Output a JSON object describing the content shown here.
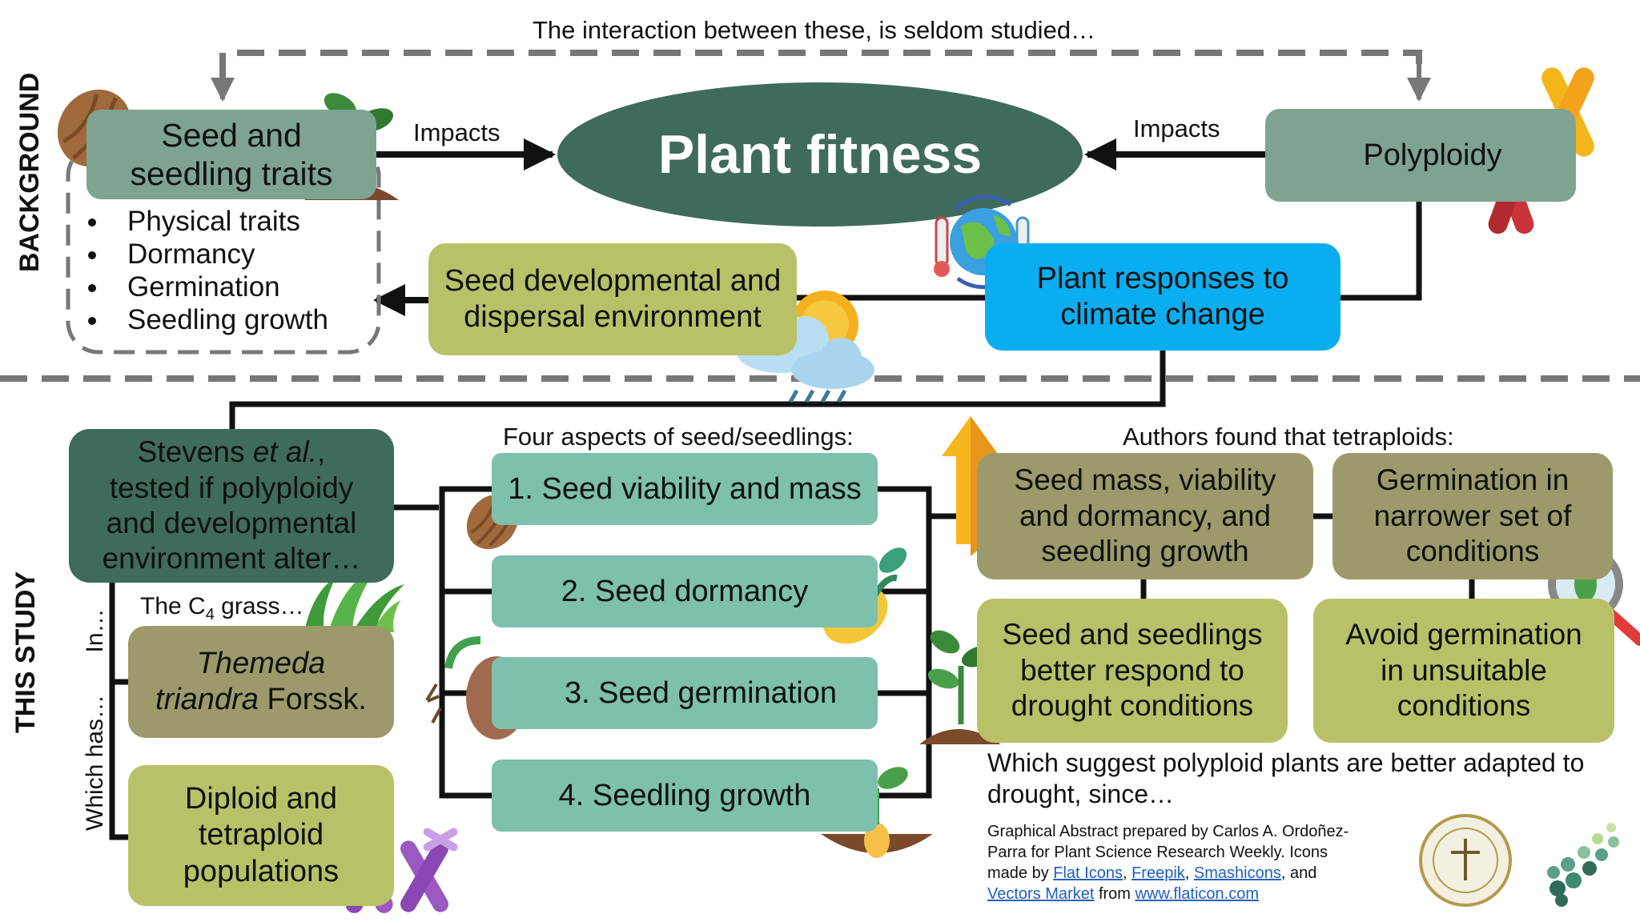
{
  "sections": {
    "background": "BACKGROUND",
    "this_study": "THIS STUDY"
  },
  "background": {
    "top_note": "The interaction between these, is seldom studied…",
    "impacts_left": "Impacts",
    "impacts_right": "Impacts",
    "center": "Plant fitness",
    "seed_traits": {
      "line1": "Seed and",
      "line2": "seedling traits",
      "items": [
        "Physical traits",
        "Dormancy",
        "Germination",
        "Seedling growth"
      ]
    },
    "polyploidy": "Polyploidy",
    "dev_env": {
      "line1": "Seed developmental and",
      "line2": "dispersal environment"
    },
    "climate": {
      "line1": "Plant responses to",
      "line2": "climate change"
    }
  },
  "study": {
    "main": {
      "line1_a": "Stevens ",
      "line1_b": "et al.",
      "line1_c": ",",
      "line2": "tested if polyploidy",
      "line3": "and developmental",
      "line4": "environment alter…"
    },
    "in_label": "In…",
    "which_has_label": "Which has…",
    "grass_label": {
      "a": "The C",
      "sub": "4",
      "b": " grass…"
    },
    "species": {
      "italic1": "Themeda",
      "italic2": "triandra",
      "author": " Forssk."
    },
    "populations": {
      "line1": "Diploid and",
      "line2": "tetraploid",
      "line3": "populations"
    },
    "aspects_header": "Four aspects of seed/seedlings:",
    "aspects": [
      "1. Seed viability and mass",
      "2. Seed dormancy",
      "3. Seed germination",
      "4. Seedling growth"
    ],
    "findings_header": "Authors found that tetraploids:",
    "findings": {
      "f1": {
        "line1": "Seed mass, viability",
        "line2": "and dormancy, and",
        "line3": "seedling growth"
      },
      "f2": {
        "line1": "Germination in",
        "line2": "narrower set of",
        "line3": "conditions"
      },
      "f3": {
        "line1": "Seed and seedlings",
        "line2": "better respond to",
        "line3": "drought conditions"
      },
      "f4": {
        "line1": "Avoid germination",
        "line2": "in unsuitable",
        "line3": "conditions"
      }
    },
    "conclusion": {
      "line1": "Which suggest polyploid plants are better adapted to",
      "line2": "drought, since…"
    }
  },
  "credits": {
    "l1": "Graphical Abstract prepared by Carlos A. Ordoñez-",
    "l2": "Parra for Plant Science Research Weekly. Icons",
    "l3_a": "made by ",
    "link1": "Flat Icons",
    "sep1": ", ",
    "link2": "Freepik",
    "sep2": ", ",
    "link3": "Smashicons",
    "l3_b": ", and",
    "link4": "Vectors Market",
    "l4_b": " from ",
    "link5": "www.flaticon.com"
  },
  "colors": {
    "dark_green": "#3f6b5a",
    "sage": "#7ea391",
    "teal": "#7dc0ad",
    "olive": "#9c9a6a",
    "lime": "#b9c168",
    "blue": "#0aaef0",
    "dash": "#777777"
  },
  "icons": [
    "seed-icon",
    "sprout-icon",
    "chromosome-icon",
    "globe-thermometer-icon",
    "sun-cloud-rain-icon",
    "grass-icon",
    "purple-chromosome-icon",
    "lemon-seed-icon",
    "bean-sprout-icon",
    "seedling-in-soil-icon",
    "up-arrow-icon",
    "magnifier-icon",
    "aspb-logo-icon",
    "dots-logo-icon"
  ]
}
